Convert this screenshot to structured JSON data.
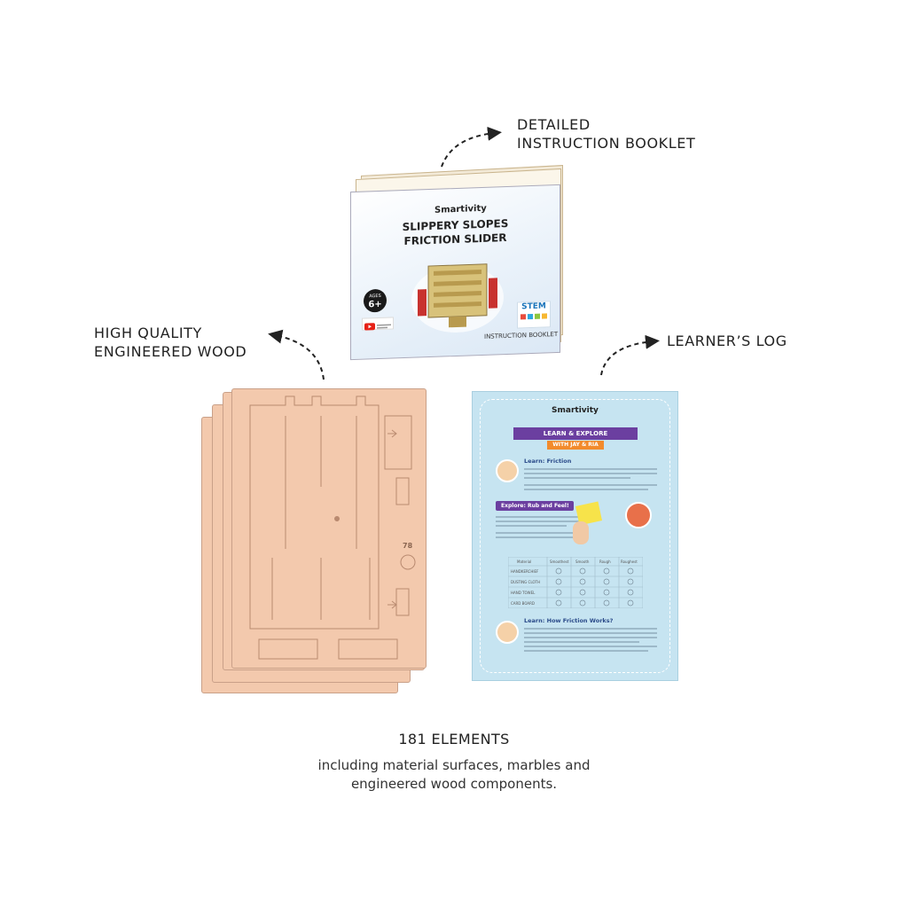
{
  "labels": {
    "booklet_line1": "DETAILED",
    "booklet_line2": "INSTRUCTION BOOKLET",
    "wood_line1": "HIGH QUALITY",
    "wood_line2": "ENGINEERED WOOD",
    "log": "LEARNER’S LOG"
  },
  "booklet": {
    "brand": "Smartivity",
    "title_line1": "SLIPPERY SLOPES",
    "title_line2": "FRICTION SLIDER",
    "ages": "AGES",
    "age_value": "6+",
    "stem": "STEM",
    "footer": "INSTRUCTION BOOKLET"
  },
  "wood": {
    "part_number": "78"
  },
  "log": {
    "brand": "Smartivity",
    "ribbon": "LEARN & EXPLORE",
    "ribbon_sub": "WITH JAY & RIA",
    "section1": "Learn: Friction",
    "section2": "Explore: Rub and Feel!",
    "section3": "Learn: How Friction Works?",
    "table_headers": [
      "Material",
      "Smoothest",
      "Smooth",
      "Rough",
      "Roughest"
    ],
    "table_rows": [
      "HANDKERCHIEF",
      "DUSTING CLOTH",
      "HAND TOWEL",
      "CARD BOARD"
    ]
  },
  "summary": {
    "count": "181 ELEMENTS",
    "description_line1": "including material surfaces, marbles and",
    "description_line2": "engineered wood components."
  },
  "colors": {
    "wood": "#f3c9ad",
    "log_background": "#c6e4f1",
    "ribbon_purple": "#6b3fa0",
    "ribbon_orange": "#f28b2c"
  }
}
